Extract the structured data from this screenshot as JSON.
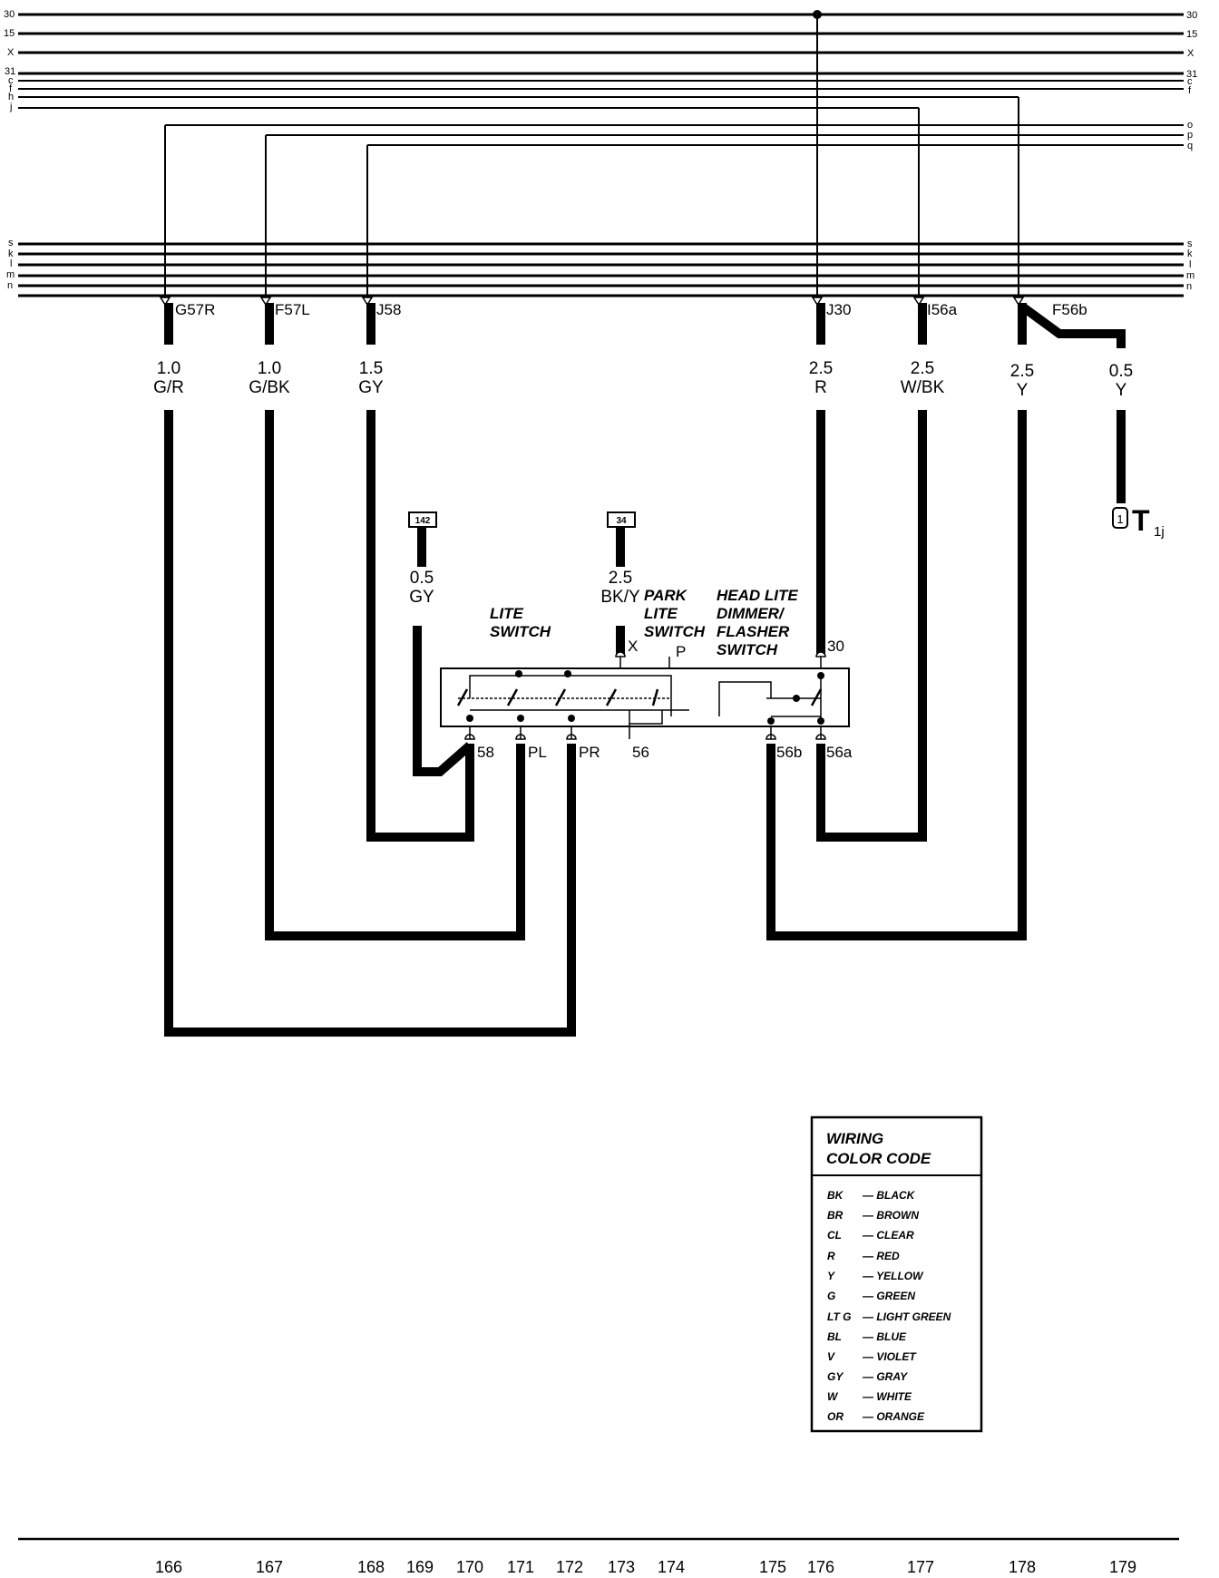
{
  "bus": {
    "left_labels": [
      "30",
      "15",
      "X",
      "31",
      "c",
      "f",
      "h",
      "j",
      "s",
      "k",
      "l",
      "m",
      "n"
    ],
    "right_labels": [
      "30",
      "15",
      "X",
      "31",
      "c",
      "f",
      "o",
      "p",
      "q",
      "s",
      "k",
      "l",
      "m",
      "n"
    ]
  },
  "taps": {
    "g57r": "G57R",
    "f57l": "F57L",
    "j58": "J58",
    "j30": "J30",
    "i56a": "I56a",
    "f56b": "F56b"
  },
  "wires": {
    "w166": {
      "gauge": "1.0",
      "color": "G/R"
    },
    "w167": {
      "gauge": "1.0",
      "color": "G/BK"
    },
    "w168": {
      "gauge": "1.5",
      "color": "GY"
    },
    "w176": {
      "gauge": "2.5",
      "color": "R"
    },
    "w177": {
      "gauge": "2.5",
      "color": "W/BK"
    },
    "w178": {
      "gauge": "2.5",
      "color": "Y"
    },
    "w179": {
      "gauge": "0.5",
      "color": "Y"
    },
    "w142": {
      "gauge": "0.5",
      "color": "GY"
    },
    "w34": {
      "gauge": "2.5",
      "color": "BK/Y"
    }
  },
  "refs": {
    "r142": "142",
    "r34": "34"
  },
  "connector": {
    "main": "T",
    "sub": "1j",
    "pin": "1"
  },
  "switches": {
    "lite": [
      "LITE",
      "SWITCH"
    ],
    "park": [
      "PARK",
      "LITE",
      "SWITCH"
    ],
    "head": [
      "HEAD LITE",
      "DIMMER/",
      "FLASHER",
      "SWITCH"
    ]
  },
  "terminals": {
    "t58": "58",
    "tpl": "PL",
    "tpr": "PR",
    "t56": "56",
    "t56b": "56b",
    "t56a": "56a",
    "tx": "X",
    "tp": "P",
    "t30": "30"
  },
  "legend": {
    "title": [
      "WIRING",
      "COLOR CODE"
    ],
    "entries": [
      {
        "code": "BK",
        "name": "BLACK"
      },
      {
        "code": "BR",
        "name": "BROWN"
      },
      {
        "code": "CL",
        "name": "CLEAR"
      },
      {
        "code": "R",
        "name": "RED"
      },
      {
        "code": "Y",
        "name": "YELLOW"
      },
      {
        "code": "G",
        "name": "GREEN"
      },
      {
        "code": "LT G",
        "name": "LIGHT GREEN"
      },
      {
        "code": "BL",
        "name": "BLUE"
      },
      {
        "code": "V",
        "name": "VIOLET"
      },
      {
        "code": "GY",
        "name": "GRAY"
      },
      {
        "code": "W",
        "name": "WHITE"
      },
      {
        "code": "OR",
        "name": "ORANGE"
      }
    ]
  },
  "footer": {
    "numbers": [
      "166",
      "167",
      "168",
      "169",
      "170",
      "171",
      "172",
      "173",
      "174",
      "175",
      "176",
      "177",
      "178",
      "179"
    ]
  }
}
